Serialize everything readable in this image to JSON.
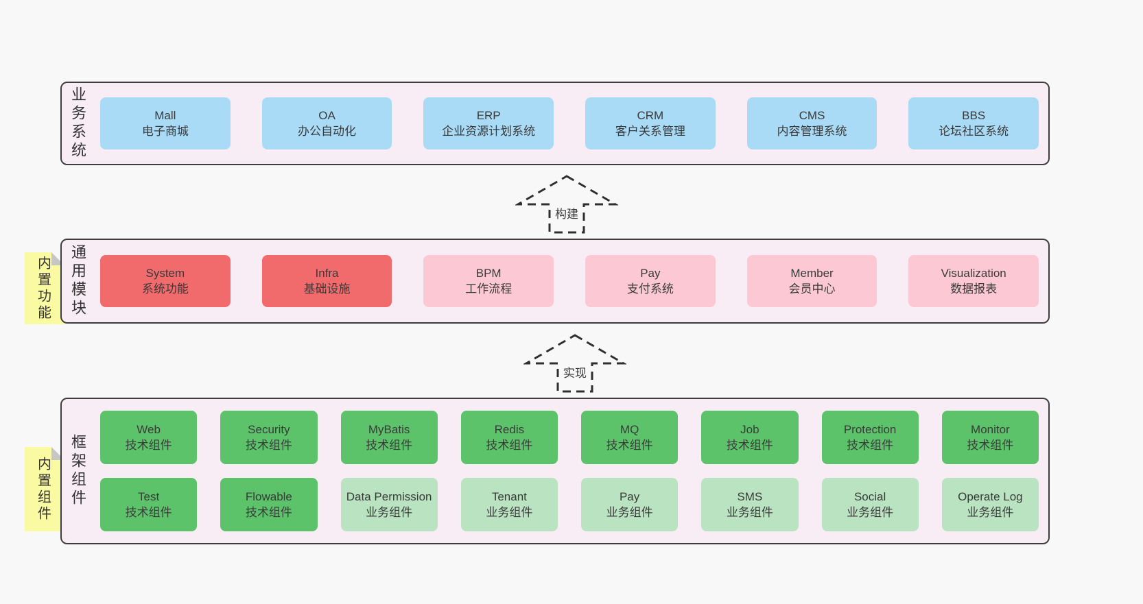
{
  "diagram": {
    "title": "layered-architecture-diagram",
    "colors": {
      "blue": "#a9daf6",
      "red": "#f16a6c",
      "pink": "#fbc8d3",
      "green": "#5cc36a",
      "light_green": "#bae4c1",
      "note_yellow": "#fafaa2",
      "panel_bg": "#f8edf4",
      "panel_border": "#3d3d3d"
    },
    "arrows": [
      {
        "label": "构建"
      },
      {
        "label": "实现"
      }
    ],
    "layers": [
      {
        "id": "business-systems",
        "label": "业务系统",
        "note": null,
        "rows": [
          [
            {
              "name": "Mall",
              "desc": "电子商城",
              "variant": "blue"
            },
            {
              "name": "OA",
              "desc": "办公自动化",
              "variant": "blue"
            },
            {
              "name": "ERP",
              "desc": "企业资源计划系统",
              "variant": "blue"
            },
            {
              "name": "CRM",
              "desc": "客户关系管理",
              "variant": "blue"
            },
            {
              "name": "CMS",
              "desc": "内容管理系统",
              "variant": "blue"
            },
            {
              "name": "BBS",
              "desc": "论坛社区系统",
              "variant": "blue"
            }
          ]
        ]
      },
      {
        "id": "common-modules",
        "label": "通用模块",
        "note": "内置功能",
        "rows": [
          [
            {
              "name": "System",
              "desc": "系统功能",
              "variant": "red"
            },
            {
              "name": "Infra",
              "desc": "基础设施",
              "variant": "red"
            },
            {
              "name": "BPM",
              "desc": "工作流程",
              "variant": "pink"
            },
            {
              "name": "Pay",
              "desc": "支付系统",
              "variant": "pink"
            },
            {
              "name": "Member",
              "desc": "会员中心",
              "variant": "pink"
            },
            {
              "name": "Visualization",
              "desc": "数据报表",
              "variant": "pink"
            }
          ]
        ]
      },
      {
        "id": "framework-components",
        "label": "框架组件",
        "note": "内置组件",
        "rows": [
          [
            {
              "name": "Web",
              "desc": "技术组件",
              "variant": "green"
            },
            {
              "name": "Security",
              "desc": "技术组件",
              "variant": "green"
            },
            {
              "name": "MyBatis",
              "desc": "技术组件",
              "variant": "green"
            },
            {
              "name": "Redis",
              "desc": "技术组件",
              "variant": "green"
            },
            {
              "name": "MQ",
              "desc": "技术组件",
              "variant": "green"
            },
            {
              "name": "Job",
              "desc": "技术组件",
              "variant": "green"
            },
            {
              "name": "Protection",
              "desc": "技术组件",
              "variant": "green"
            },
            {
              "name": "Monitor",
              "desc": "技术组件",
              "variant": "green"
            }
          ],
          [
            {
              "name": "Test",
              "desc": "技术组件",
              "variant": "green"
            },
            {
              "name": "Flowable",
              "desc": "技术组件",
              "variant": "green"
            },
            {
              "name": "Data Permission",
              "desc": "业务组件",
              "variant": "light_green"
            },
            {
              "name": "Tenant",
              "desc": "业务组件",
              "variant": "light_green"
            },
            {
              "name": "Pay",
              "desc": "业务组件",
              "variant": "light_green"
            },
            {
              "name": "SMS",
              "desc": "业务组件",
              "variant": "light_green"
            },
            {
              "name": "Social",
              "desc": "业务组件",
              "variant": "light_green"
            },
            {
              "name": "Operate Log",
              "desc": "业务组件",
              "variant": "light_green"
            }
          ]
        ]
      }
    ]
  }
}
